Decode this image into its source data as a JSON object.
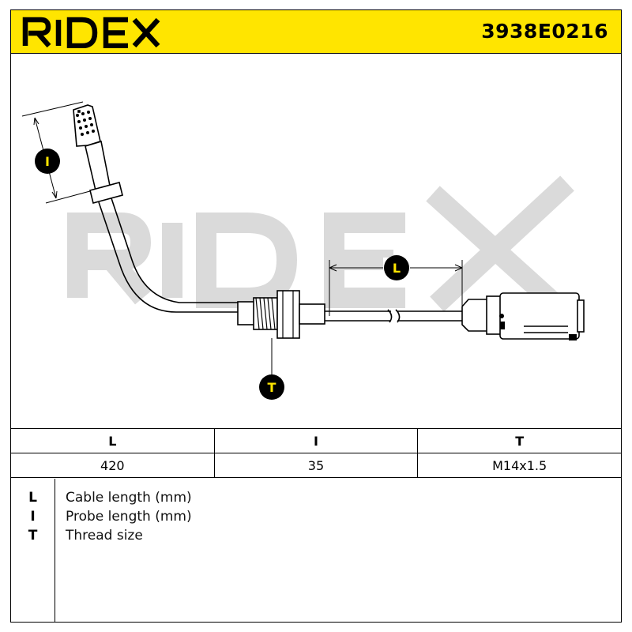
{
  "header": {
    "brand": "RIDEX",
    "part_number": "3938E0216"
  },
  "drawing": {
    "watermark": "RIDEX",
    "callouts": [
      {
        "key": "l",
        "label": "I"
      },
      {
        "key": "L",
        "label": "L"
      },
      {
        "key": "T",
        "label": "T"
      }
    ]
  },
  "table": {
    "headers": [
      "L",
      "I",
      "T"
    ],
    "values": [
      "420",
      "35",
      "M14x1.5"
    ]
  },
  "legend": [
    {
      "key": "L",
      "text": "Cable length (mm)"
    },
    {
      "key": "I",
      "text": "Probe length (mm)"
    },
    {
      "key": "T",
      "text": "Thread size"
    }
  ],
  "colors": {
    "brand_yellow": "#ffe500",
    "watermark_gray": "#d9d9d9",
    "line": "#000000"
  }
}
